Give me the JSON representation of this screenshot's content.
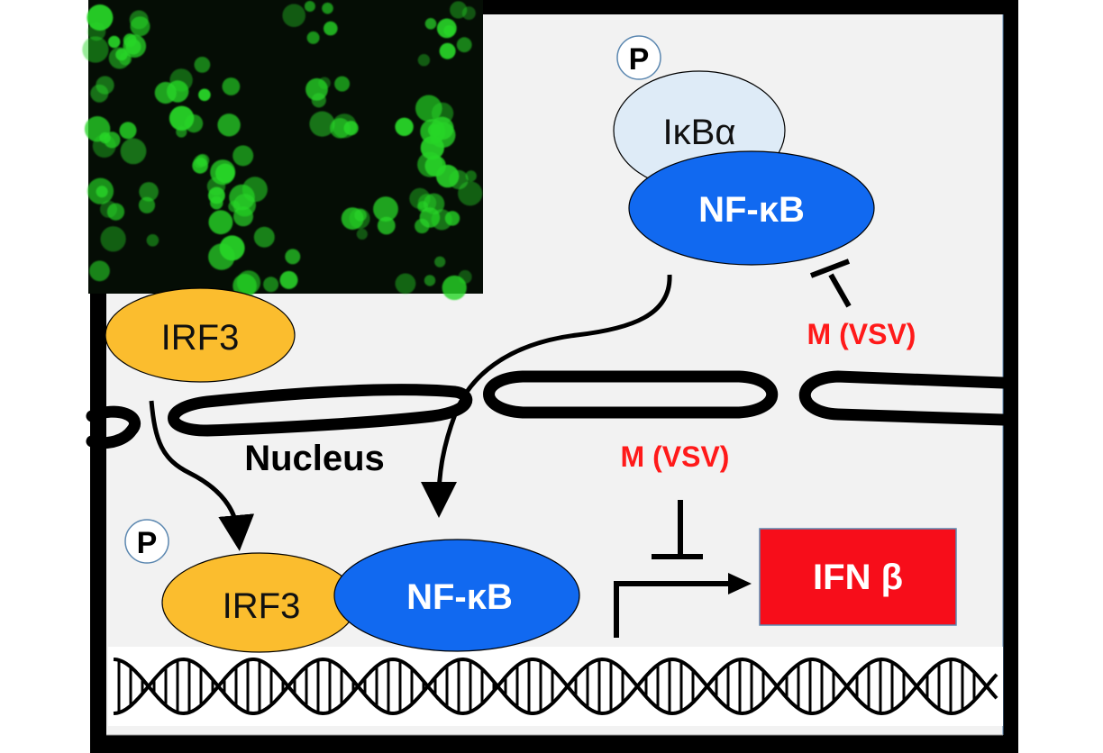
{
  "figure": {
    "title": "VSV M protein inhibition of IFN-beta induction",
    "colors": {
      "frame": "#000000",
      "panel_bg": "#f2f2f2",
      "dna_band_bg": "#ffffff",
      "ikba_fill": "#deebf7",
      "nfkb_fill": "#1169f0",
      "irf3_fill": "#fbbd2e",
      "ifnb_fill": "#f70d1a",
      "inhibitor_text": "#ff1a1a",
      "phospho_ring": "#5b87b0"
    }
  },
  "micrograph": {
    "description": "Green fluorescence micrograph of cells",
    "color": "#27d627"
  },
  "cytoplasm": {
    "phospho_label": "P",
    "ikba_label": "IκBα",
    "nfkb_label": "NF-κB",
    "irf3_label": "IRF3",
    "inhibitor_label": "M (VSV)"
  },
  "nucleus": {
    "label": "Nucleus",
    "phospho_label": "P",
    "irf3_label": "IRF3",
    "nfkb_label": "NF-κB",
    "inhibitor_label": "M (VSV)",
    "gene_label": "IFN β"
  }
}
